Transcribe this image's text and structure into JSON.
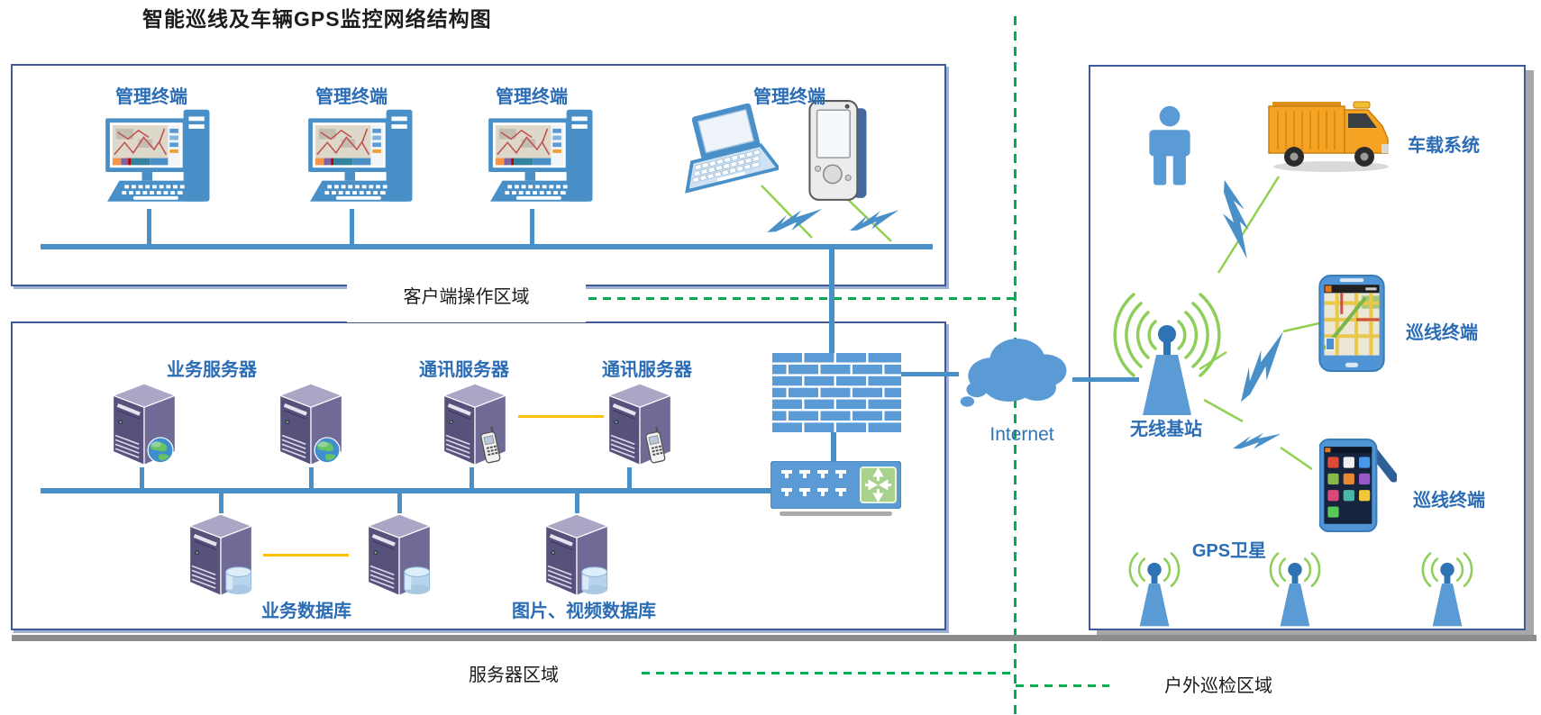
{
  "title": "智能巡线及车辆GPS监控网络结构图",
  "internet": "Internet",
  "zones": {
    "client": {
      "label": "客户端操作区域",
      "terminals": [
        "管理终端",
        "管理终端",
        "管理终端",
        "管理终端"
      ]
    },
    "server": {
      "label": "服务器区域",
      "business_server": "业务服务器",
      "comm_server_1": "通讯服务器",
      "comm_server_2": "通讯服务器",
      "business_db": "业务数据库",
      "media_db": "图片、视频数据库"
    },
    "outdoor": {
      "label": "户外巡检区域",
      "vehicle_system": "车载系统",
      "base_station": "无线基站",
      "patrol_terminal_1": "巡线终端",
      "patrol_terminal_2": "巡线终端",
      "gps_satellite": "GPS卫星"
    }
  },
  "colors": {
    "accent_blue": "#4a90c8",
    "icon_blue": "#5b9bd5",
    "label_blue": "#2a6cb5",
    "zone_border": "#3f5a9a",
    "boundary_green": "#00b050",
    "wireless_link_green": "#92d050",
    "cluster_link_orange": "#ffc000",
    "server_purple": "#57527c",
    "divider_gray": "#8c8c8c"
  }
}
